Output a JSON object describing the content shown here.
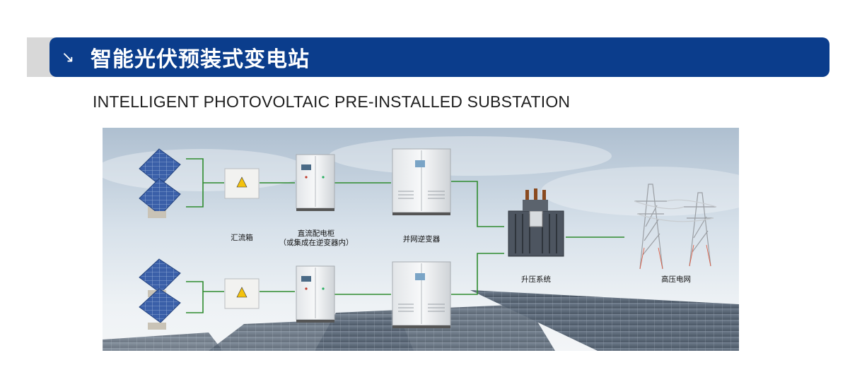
{
  "banner": {
    "arrow_icon": "arrow-down-right-icon",
    "title": "智能光伏预装式变电站",
    "background_color": "#0b3d8c"
  },
  "subtitle": "INTELLIGENT PHOTOVOLTAIC PRE-INSTALLED SUBSTATION",
  "diagram": {
    "connector_color": "#2e8b2e",
    "labels": {
      "combiner_box": "汇流箱",
      "dc_cabinet_line1": "直流配电柜",
      "dc_cabinet_line2": "（或集成在逆变器内）",
      "inverter": "并网逆变器",
      "transformer": "升压系统",
      "grid": "高压电网"
    }
  }
}
